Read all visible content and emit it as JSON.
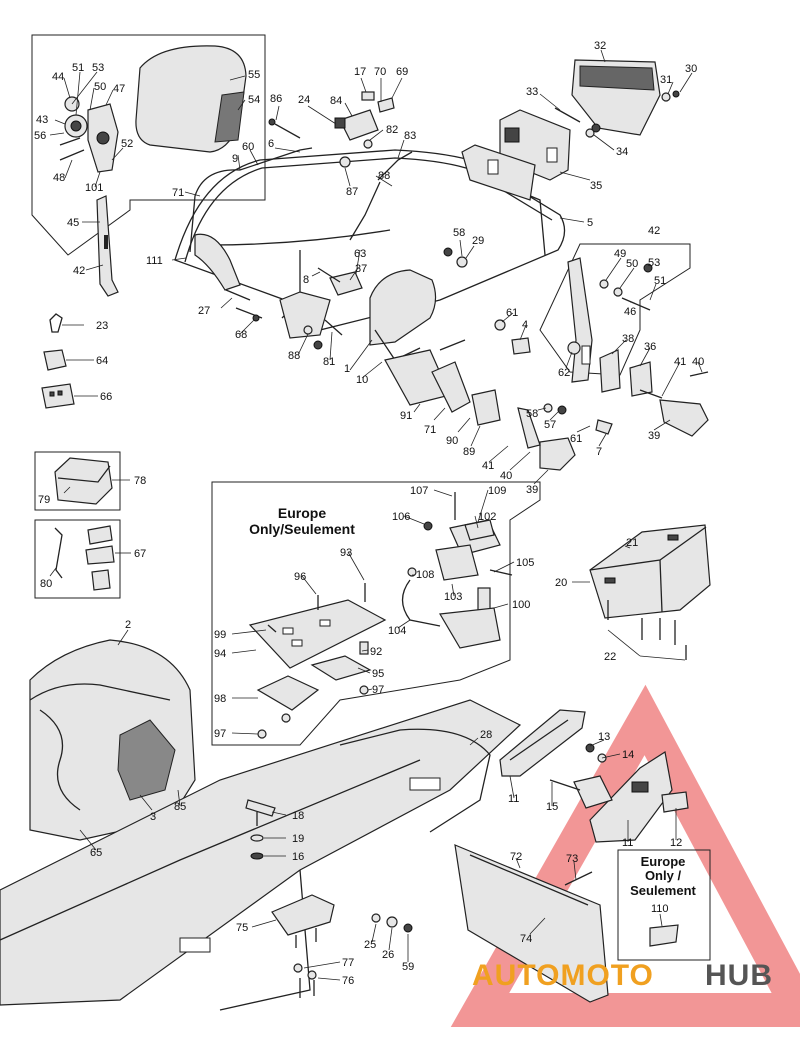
{
  "diagram": {
    "callouts": [
      {
        "id": "c1",
        "text": "53"
      },
      {
        "id": "c2",
        "text": "51"
      },
      {
        "id": "c3",
        "text": "44"
      },
      {
        "id": "c4",
        "text": "50"
      },
      {
        "id": "c5",
        "text": "47"
      },
      {
        "id": "c6",
        "text": "43"
      },
      {
        "id": "c7",
        "text": "56"
      },
      {
        "id": "c8",
        "text": "52"
      },
      {
        "id": "c9",
        "text": "48"
      },
      {
        "id": "c10",
        "text": "101"
      },
      {
        "id": "c11",
        "text": "45"
      },
      {
        "id": "c12",
        "text": "42"
      },
      {
        "id": "c13",
        "text": "55"
      },
      {
        "id": "c14",
        "text": "54"
      },
      {
        "id": "c15",
        "text": "86"
      },
      {
        "id": "c16",
        "text": "24"
      },
      {
        "id": "c17",
        "text": "84"
      },
      {
        "id": "c18",
        "text": "17"
      },
      {
        "id": "c19",
        "text": "70"
      },
      {
        "id": "c20",
        "text": "69"
      },
      {
        "id": "c21",
        "text": "82"
      },
      {
        "id": "c22",
        "text": "83"
      },
      {
        "id": "c23",
        "text": "9"
      },
      {
        "id": "c24",
        "text": "60"
      },
      {
        "id": "c25",
        "text": "6"
      },
      {
        "id": "c26",
        "text": "71"
      },
      {
        "id": "c27",
        "text": "87"
      },
      {
        "id": "c28",
        "text": "88"
      },
      {
        "id": "c29",
        "text": "32"
      },
      {
        "id": "c30",
        "text": "30"
      },
      {
        "id": "c31",
        "text": "31"
      },
      {
        "id": "c32",
        "text": "33"
      },
      {
        "id": "c33",
        "text": "34"
      },
      {
        "id": "c34",
        "text": "35"
      },
      {
        "id": "c35",
        "text": "5"
      },
      {
        "id": "c36",
        "text": "111"
      },
      {
        "id": "c37",
        "text": "58"
      },
      {
        "id": "c38",
        "text": "29"
      },
      {
        "id": "c39",
        "text": "42"
      },
      {
        "id": "c40",
        "text": "49"
      },
      {
        "id": "c41",
        "text": "50"
      },
      {
        "id": "c42",
        "text": "53"
      },
      {
        "id": "c43",
        "text": "51"
      },
      {
        "id": "c44",
        "text": "46"
      },
      {
        "id": "c45",
        "text": "63"
      },
      {
        "id": "c46",
        "text": "37"
      },
      {
        "id": "c47",
        "text": "8"
      },
      {
        "id": "c48",
        "text": "27"
      },
      {
        "id": "c49",
        "text": "68"
      },
      {
        "id": "c50",
        "text": "88"
      },
      {
        "id": "c51",
        "text": "81"
      },
      {
        "id": "c52",
        "text": "1"
      },
      {
        "id": "c53",
        "text": "10"
      },
      {
        "id": "c54",
        "text": "61"
      },
      {
        "id": "c55",
        "text": "4"
      },
      {
        "id": "c56",
        "text": "62"
      },
      {
        "id": "c57",
        "text": "38"
      },
      {
        "id": "c58",
        "text": "36"
      },
      {
        "id": "c59",
        "text": "41"
      },
      {
        "id": "c60",
        "text": "40"
      },
      {
        "id": "c61",
        "text": "23"
      },
      {
        "id": "c62",
        "text": "64"
      },
      {
        "id": "c63",
        "text": "66"
      },
      {
        "id": "c64",
        "text": "91"
      },
      {
        "id": "c65",
        "text": "71"
      },
      {
        "id": "c66",
        "text": "90"
      },
      {
        "id": "c67",
        "text": "89"
      },
      {
        "id": "c68",
        "text": "58"
      },
      {
        "id": "c69",
        "text": "57"
      },
      {
        "id": "c70",
        "text": "61"
      },
      {
        "id": "c71",
        "text": "7"
      },
      {
        "id": "c72",
        "text": "39"
      },
      {
        "id": "c73",
        "text": "41"
      },
      {
        "id": "c74",
        "text": "40"
      },
      {
        "id": "c75",
        "text": "39"
      },
      {
        "id": "c76",
        "text": "78"
      },
      {
        "id": "c77",
        "text": "79"
      },
      {
        "id": "c78",
        "text": "67"
      },
      {
        "id": "c79",
        "text": "80"
      },
      {
        "id": "c80",
        "text": "107"
      },
      {
        "id": "c81",
        "text": "109"
      },
      {
        "id": "c82",
        "text": "106"
      },
      {
        "id": "c83",
        "text": "102"
      },
      {
        "id": "c84",
        "text": "93"
      },
      {
        "id": "c85",
        "text": "105"
      },
      {
        "id": "c86",
        "text": "108"
      },
      {
        "id": "c87",
        "text": "96"
      },
      {
        "id": "c88",
        "text": "103"
      },
      {
        "id": "c89",
        "text": "100"
      },
      {
        "id": "c90",
        "text": "104"
      },
      {
        "id": "c91",
        "text": "99"
      },
      {
        "id": "c92",
        "text": "94"
      },
      {
        "id": "c93",
        "text": "92"
      },
      {
        "id": "c94",
        "text": "95"
      },
      {
        "id": "c95",
        "text": "97"
      },
      {
        "id": "c96",
        "text": "98"
      },
      {
        "id": "c97",
        "text": "97"
      },
      {
        "id": "c98",
        "text": "21"
      },
      {
        "id": "c99",
        "text": "20"
      },
      {
        "id": "c100",
        "text": "22"
      },
      {
        "id": "c101",
        "text": "2"
      },
      {
        "id": "c102",
        "text": "28"
      },
      {
        "id": "c103",
        "text": "13"
      },
      {
        "id": "c104",
        "text": "14"
      },
      {
        "id": "c105",
        "text": "15"
      },
      {
        "id": "c106",
        "text": "11"
      },
      {
        "id": "c107",
        "text": "3"
      },
      {
        "id": "c108",
        "text": "85"
      },
      {
        "id": "c109",
        "text": "18"
      },
      {
        "id": "c110",
        "text": "19"
      },
      {
        "id": "c111",
        "text": "16"
      },
      {
        "id": "c112",
        "text": "65"
      },
      {
        "id": "c113",
        "text": "11"
      },
      {
        "id": "c114",
        "text": "12"
      },
      {
        "id": "c115",
        "text": "72"
      },
      {
        "id": "c116",
        "text": "73"
      },
      {
        "id": "c117",
        "text": "74"
      },
      {
        "id": "c118",
        "text": "75"
      },
      {
        "id": "c119",
        "text": "25"
      },
      {
        "id": "c120",
        "text": "26"
      },
      {
        "id": "c121",
        "text": "59"
      },
      {
        "id": "c122",
        "text": "77"
      },
      {
        "id": "c123",
        "text": "76"
      },
      {
        "id": "c124",
        "text": "110"
      }
    ],
    "europe_box_1": {
      "line1": "Europe",
      "line2": "Only/Seulement"
    },
    "europe_box_2": {
      "line1": "Europe",
      "line2": "Only /",
      "line3": "Seulement"
    }
  },
  "watermark": {
    "part1": "AUTOMOTO",
    "part2": "HUB",
    "color1": "#f0a020",
    "color2": "#555555",
    "triangle_color": "#e84040"
  }
}
